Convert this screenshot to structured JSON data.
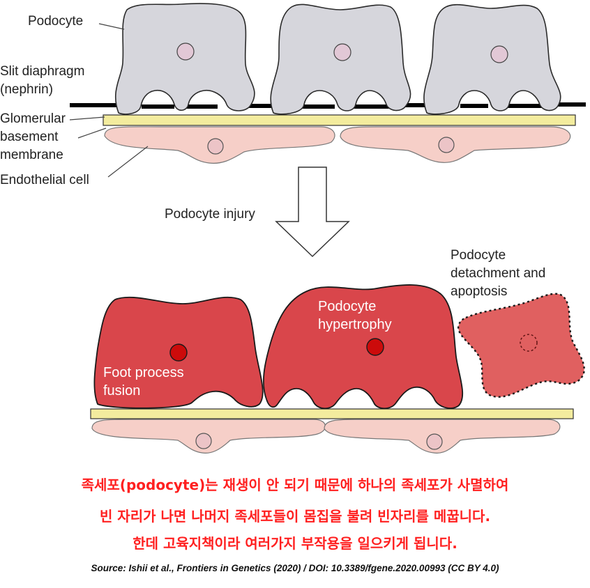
{
  "colors": {
    "podocyte_normal": "#d6d6dc",
    "podocyte_nucleus": "#e2c8d6",
    "gbm": "#f3ec9e",
    "endothelial": "#f6cfc8",
    "endothelial_nucleus": "#ecc4c7",
    "podocyte_injured": "#d9464b",
    "podocyte_detached": "#e06060",
    "nucleus_injured": "#cc0b0b",
    "caption_text": "#ff2020"
  },
  "labels": {
    "podocyte": "Podocyte",
    "slit_diaphragm_line1": "Slit diaphragm",
    "slit_diaphragm_line2": "(nephrin)",
    "gbm_line1": "Glomerular",
    "gbm_line2": "basement",
    "gbm_line3": "membrane",
    "endothelial": "Endothelial cell",
    "injury": "Podocyte injury",
    "detachment_line1": "Podocyte",
    "detachment_line2": "detachment  and",
    "detachment_line3": "apoptosis",
    "hypertrophy_line1": "Podocyte",
    "hypertrophy_line2": "hypertrophy",
    "fusion_line1": "Foot process",
    "fusion_line2": "fusion"
  },
  "caption": {
    "line1": "족세포(podocyte)는 재생이 안 되기 때문에 하나의 족세포가 사멸하여",
    "line2": "빈 자리가 나면 나머지 족세포들이 몸집을 불려 빈자리를 메꿉니다.",
    "line3": "한데 고육지책이라 여러가지 부작용을 일으키게 됩니다."
  },
  "source": "Source: Ishii et al., Frontiers in Genetics (2020) / DOI: 10.3389/fgene.2020.00993 (CC BY 4.0)"
}
